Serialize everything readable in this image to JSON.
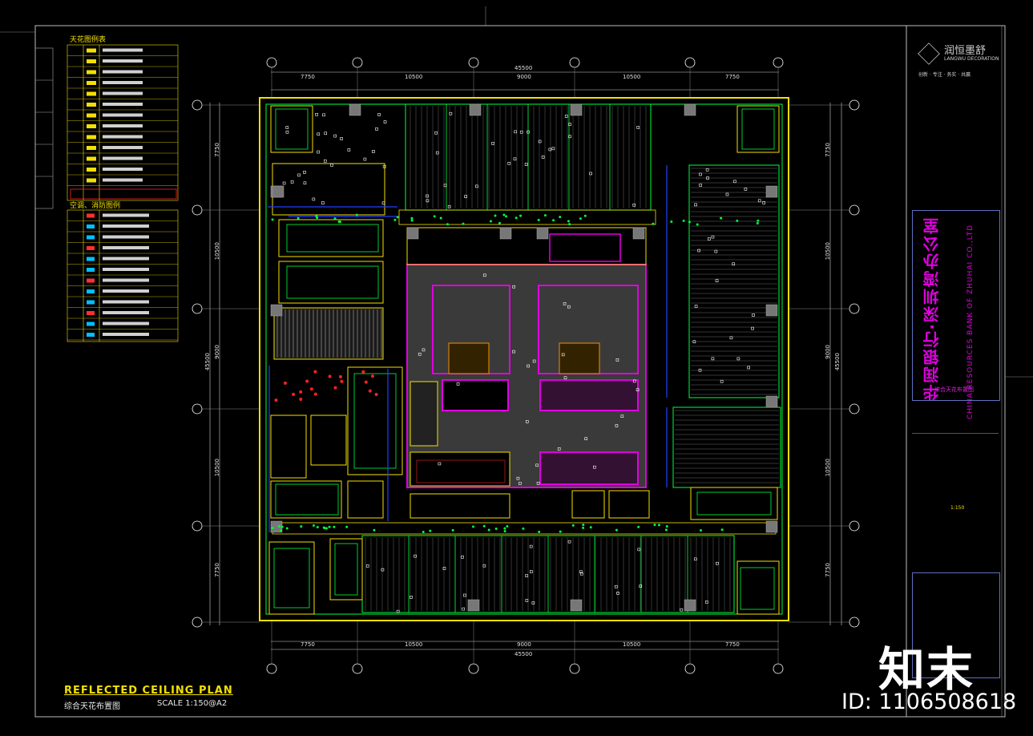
{
  "drawing": {
    "title": "REFLECTED CEILING PLAN",
    "subtitle": "综合天花布置图",
    "scale": "SCALE 1:150@A2"
  },
  "legend": {
    "title": "天花图例表",
    "title2": "空调、消防图例"
  },
  "title_block": {
    "brand": "润恒墨舒",
    "brand_en": "LANGWU DECORATION",
    "tagline": "创新 · 专注 · 务实 · 共赢",
    "project_vertical": "华润银行·深圳湾办公室",
    "project_vertical_en": "CHINA RESOURCES BANK OF ZHUHAI CO.,LTD",
    "sheet_title": "综合天花布置图",
    "sheet_no": "1:150"
  },
  "dimensions": {
    "top_segments": [
      "7750",
      "10500",
      "9000",
      "10500",
      "7750"
    ],
    "top_total": "45500",
    "left_segments": [
      "7750",
      "10500",
      "9000",
      "10500",
      "7750"
    ],
    "left_total": "45500",
    "right_segments": [
      "7750",
      "10500",
      "9000",
      "10500",
      "7750"
    ],
    "right_total": "45500",
    "bottom_segments": [
      "7750",
      "10500",
      "9000",
      "10500",
      "7750"
    ],
    "bottom_total": "45500"
  },
  "watermark": {
    "logo": "知末",
    "id": "ID: 1106508618"
  },
  "colors": {
    "background": "#000000",
    "frame": "#ffffff",
    "walls": "#f3e000",
    "partitions": "#e000e0",
    "grid": "#00ff3c",
    "ducts": "#2040ff",
    "core": "#3a3a3a"
  }
}
